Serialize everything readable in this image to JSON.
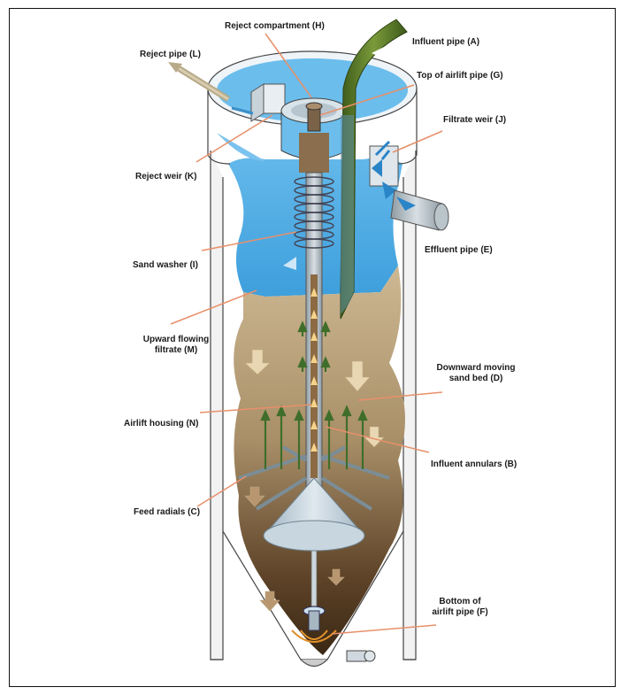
{
  "labels": {
    "reject_compartment": "Reject compartment (H)",
    "influent_pipe": "Influent pipe (A)",
    "reject_pipe": "Reject pipe (L)",
    "top_of_airlift": "Top of airlift pipe (G)",
    "filtrate_weir": "Filtrate weir (J)",
    "reject_weir": "Reject weir (K)",
    "effluent_pipe": "Effluent pipe (E)",
    "sand_washer": "Sand washer (I)",
    "upward_filtrate_1": "Upward flowing",
    "upward_filtrate_2": "filtrate (M)",
    "downward_sand_1": "Downward moving",
    "downward_sand_2": "sand bed (D)",
    "airlift_housing": "Airlift housing (N)",
    "influent_annulars": "Influent annulars (B)",
    "feed_radials": "Feed radials (C)",
    "bottom_airlift_1": "Bottom of",
    "bottom_airlift_2": "airlift pipe (F)"
  },
  "colors": {
    "water": "#4aa8e0",
    "sand_light": "#c8b48c",
    "sand_dark": "#4a3520",
    "pipe_green": "#5a7a2a",
    "leader": "#e8906a",
    "steel": "#a8b4bc"
  }
}
